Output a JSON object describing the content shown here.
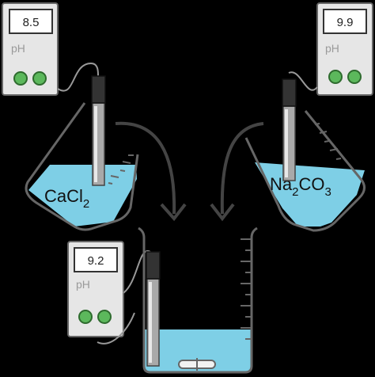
{
  "meters": [
    {
      "id": "top-left",
      "reading": "8.5",
      "unit": "pH"
    },
    {
      "id": "top-right",
      "reading": "9.9",
      "unit": "pH"
    },
    {
      "id": "bottom",
      "reading": "9.2",
      "unit": "pH"
    }
  ],
  "beakers": {
    "left": {
      "formula_base": "CaCl",
      "formula_sub": "2"
    },
    "right": {
      "formula_part1": "Na",
      "formula_sub1": "2",
      "formula_part2": "CO",
      "formula_sub2": "3"
    }
  },
  "colors": {
    "background": "#000000",
    "liquid": "#7ecfe6",
    "meter_body": "#e6e6e6",
    "button": "#5cb85c",
    "probe_cap": "#333333",
    "probe_shaft": "#a9a9a9"
  }
}
